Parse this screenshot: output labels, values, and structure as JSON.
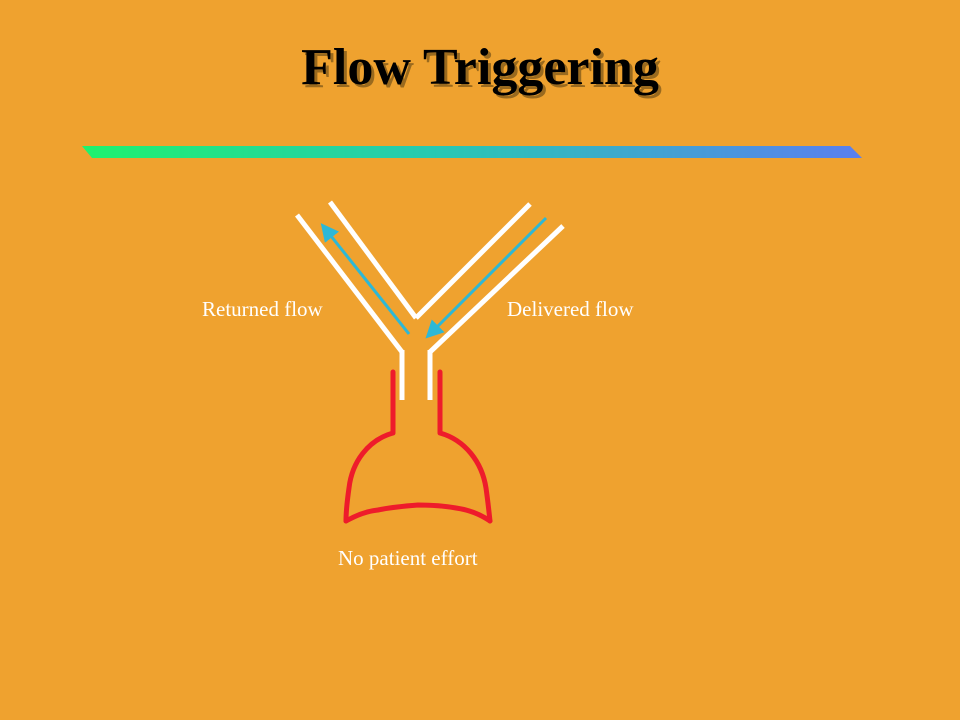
{
  "title": "Flow Triggering",
  "labels": {
    "returned_flow": "Returned flow",
    "delivered_flow": "Delivered flow",
    "patient_state": "No patient effort"
  },
  "colors": {
    "background": "#EFA22F",
    "tube": "#FFFFFF",
    "lung": "#EE1B2B",
    "flow_arrow": "#2DB8D6",
    "rule_gradient_start": "#1FF26E",
    "rule_gradient_end": "#5A7FF0"
  }
}
